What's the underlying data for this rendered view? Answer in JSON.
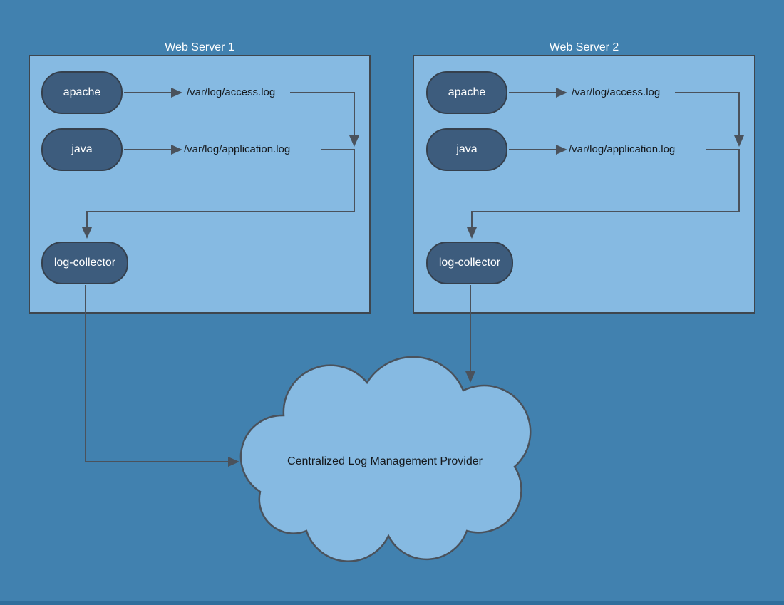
{
  "diagram": {
    "cloud_label": "Centralized Log Management Provider"
  },
  "servers": [
    {
      "title": "Web Server 1",
      "apache_label": "apache",
      "java_label": "java",
      "collector_label": "log-collector",
      "access_log_path": "/var/log/access.log",
      "application_log_path": "/var/log/application.log"
    },
    {
      "title": "Web Server 2",
      "apache_label": "apache",
      "java_label": "java",
      "collector_label": "log-collector",
      "access_log_path": "/var/log/access.log",
      "application_log_path": "/var/log/application.log"
    }
  ],
  "colors": {
    "background": "#4181AF",
    "page_edge": "#306E9C",
    "server_box_fill": "#86BAE2",
    "server_box_border": "#3E464E",
    "node_fill": "#3D5C7D",
    "node_border": "#35404D",
    "connector": "#4A525C",
    "label_text": "#15191D",
    "node_text": "#FFFFFF"
  }
}
